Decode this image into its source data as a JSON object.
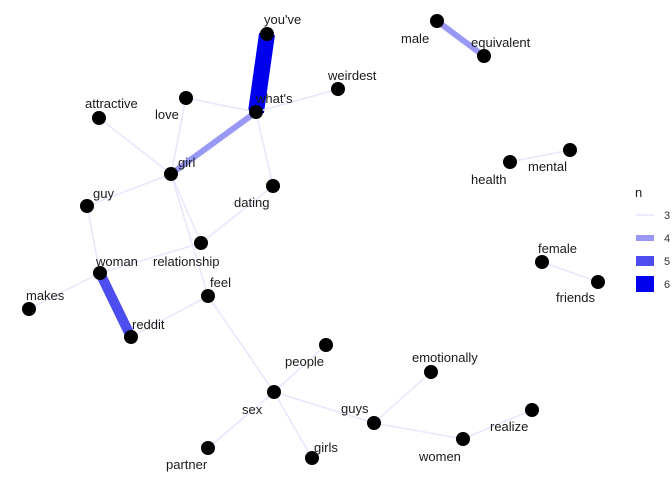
{
  "chart_data": {
    "type": "network",
    "legend": {
      "title": "n",
      "placement": "right",
      "entries": [
        {
          "value": 3,
          "label": "3",
          "color": "#e6e6ff"
        },
        {
          "value": 4,
          "label": "4",
          "color": "#9999f5"
        },
        {
          "value": 5,
          "label": "5",
          "color": "#4d4df0"
        },
        {
          "value": 6,
          "label": "6",
          "color": "#0000ee"
        }
      ]
    },
    "nodes": [
      {
        "id": "you've",
        "label": "you've"
      },
      {
        "id": "what's",
        "label": "what's"
      },
      {
        "id": "weirdest",
        "label": "weirdest"
      },
      {
        "id": "love",
        "label": "love"
      },
      {
        "id": "attractive",
        "label": "attractive"
      },
      {
        "id": "girl",
        "label": "girl"
      },
      {
        "id": "dating",
        "label": "dating"
      },
      {
        "id": "guy",
        "label": "guy"
      },
      {
        "id": "relationship",
        "label": "relationship"
      },
      {
        "id": "woman",
        "label": "woman"
      },
      {
        "id": "makes",
        "label": "makes"
      },
      {
        "id": "feel",
        "label": "feel"
      },
      {
        "id": "reddit",
        "label": "reddit"
      },
      {
        "id": "male",
        "label": "male"
      },
      {
        "id": "equivalent",
        "label": "equivalent"
      },
      {
        "id": "mental",
        "label": "mental"
      },
      {
        "id": "health",
        "label": "health"
      },
      {
        "id": "female",
        "label": "female"
      },
      {
        "id": "friends",
        "label": "friends"
      },
      {
        "id": "people",
        "label": "people"
      },
      {
        "id": "emotionally",
        "label": "emotionally"
      },
      {
        "id": "sex",
        "label": "sex"
      },
      {
        "id": "guys",
        "label": "guys"
      },
      {
        "id": "realize",
        "label": "realize"
      },
      {
        "id": "women",
        "label": "women"
      },
      {
        "id": "partner",
        "label": "partner"
      },
      {
        "id": "girls",
        "label": "girls"
      }
    ],
    "edges": [
      {
        "from": "you've",
        "to": "what's",
        "n": 6
      },
      {
        "from": "what's",
        "to": "weirdest",
        "n": 3
      },
      {
        "from": "what's",
        "to": "love",
        "n": 3
      },
      {
        "from": "what's",
        "to": "girl",
        "n": 4
      },
      {
        "from": "what's",
        "to": "dating",
        "n": 3
      },
      {
        "from": "love",
        "to": "girl",
        "n": 3
      },
      {
        "from": "attractive",
        "to": "girl",
        "n": 3
      },
      {
        "from": "guy",
        "to": "girl",
        "n": 3
      },
      {
        "from": "girl",
        "to": "relationship",
        "n": 3
      },
      {
        "from": "girl",
        "to": "feel",
        "n": 3
      },
      {
        "from": "dating",
        "to": "relationship",
        "n": 3
      },
      {
        "from": "relationship",
        "to": "woman",
        "n": 3
      },
      {
        "from": "guy",
        "to": "woman",
        "n": 3
      },
      {
        "from": "woman",
        "to": "makes",
        "n": 3
      },
      {
        "from": "woman",
        "to": "reddit",
        "n": 5
      },
      {
        "from": "reddit",
        "to": "feel",
        "n": 3
      },
      {
        "from": "feel",
        "to": "sex",
        "n": 3
      },
      {
        "from": "male",
        "to": "equivalent",
        "n": 4
      },
      {
        "from": "health",
        "to": "mental",
        "n": 3
      },
      {
        "from": "female",
        "to": "friends",
        "n": 3
      },
      {
        "from": "sex",
        "to": "people",
        "n": 3
      },
      {
        "from": "sex",
        "to": "guys",
        "n": 3
      },
      {
        "from": "sex",
        "to": "girls",
        "n": 3
      },
      {
        "from": "sex",
        "to": "partner",
        "n": 3
      },
      {
        "from": "guys",
        "to": "emotionally",
        "n": 3
      },
      {
        "from": "guys",
        "to": "women",
        "n": 3
      },
      {
        "from": "women",
        "to": "realize",
        "n": 3
      }
    ]
  }
}
